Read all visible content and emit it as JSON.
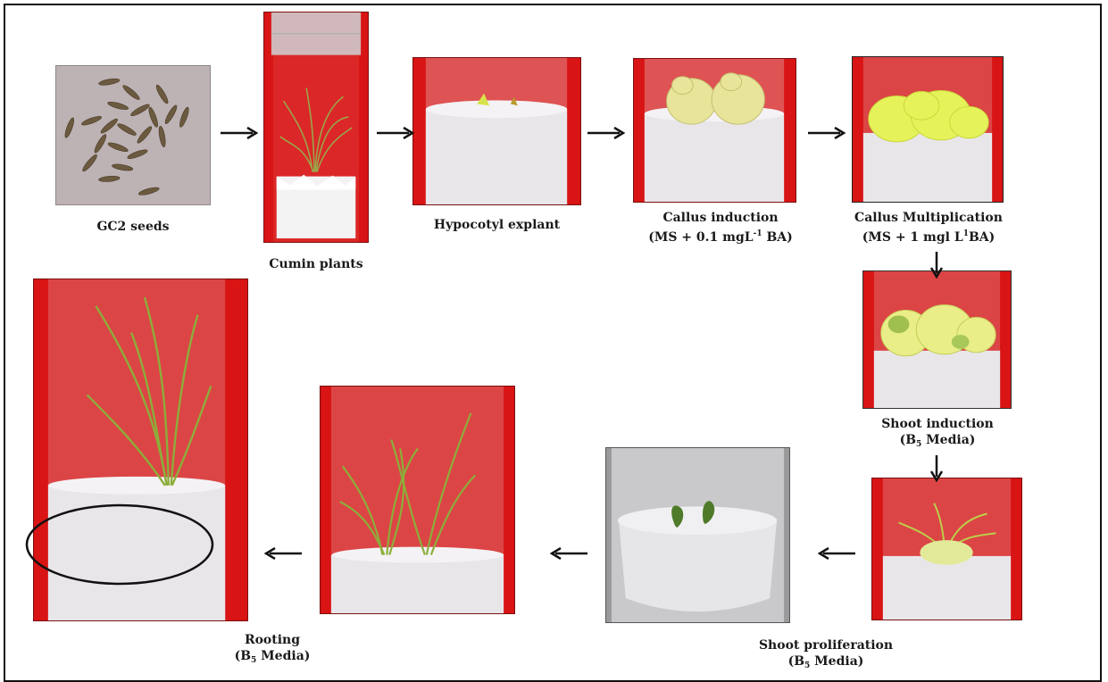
{
  "labels": {
    "gc2_seeds": "GC2 seeds",
    "cumin_plants": "Cumin plants",
    "hypocotyl_explant": "Hypocotyl explant",
    "callus_induction": {
      "line1": "Callus induction",
      "line2_pre": "(MS + 0.1 mgL",
      "line2_sup": "-1",
      "line2_post": " BA)"
    },
    "callus_multiplication": {
      "line1": "Callus Multiplication",
      "line2_pre": "(MS + 1 mgl L",
      "line2_sup": "1",
      "line2_post": "BA)"
    },
    "shoot_induction": {
      "line1": "Shoot induction",
      "line2_pre": "(B",
      "line2_sub": "5",
      "line2_post": " Media)"
    },
    "shoot_proliferation": {
      "line1": "Shoot proliferation",
      "line2_pre": "(B",
      "line2_sub": "5",
      "line2_post": " Media)"
    },
    "rooting": {
      "line1": "Rooting",
      "line2_pre": "(B",
      "line2_sub": "5",
      "line2_post": " Media)"
    }
  },
  "colors": {
    "background_red": "#d81414",
    "medium": "#e9e6ea",
    "callus": "#e8e49a",
    "callus_bright": "#e6f25a",
    "plantlet": "#8cae3a",
    "seed": "#6b5a3f",
    "seed_bg": "#bdb2b4",
    "arrow": "#111111"
  },
  "icons": [
    "arrow-right-icon",
    "arrow-down-icon",
    "arrow-left-icon",
    "root-zone-ellipse"
  ]
}
